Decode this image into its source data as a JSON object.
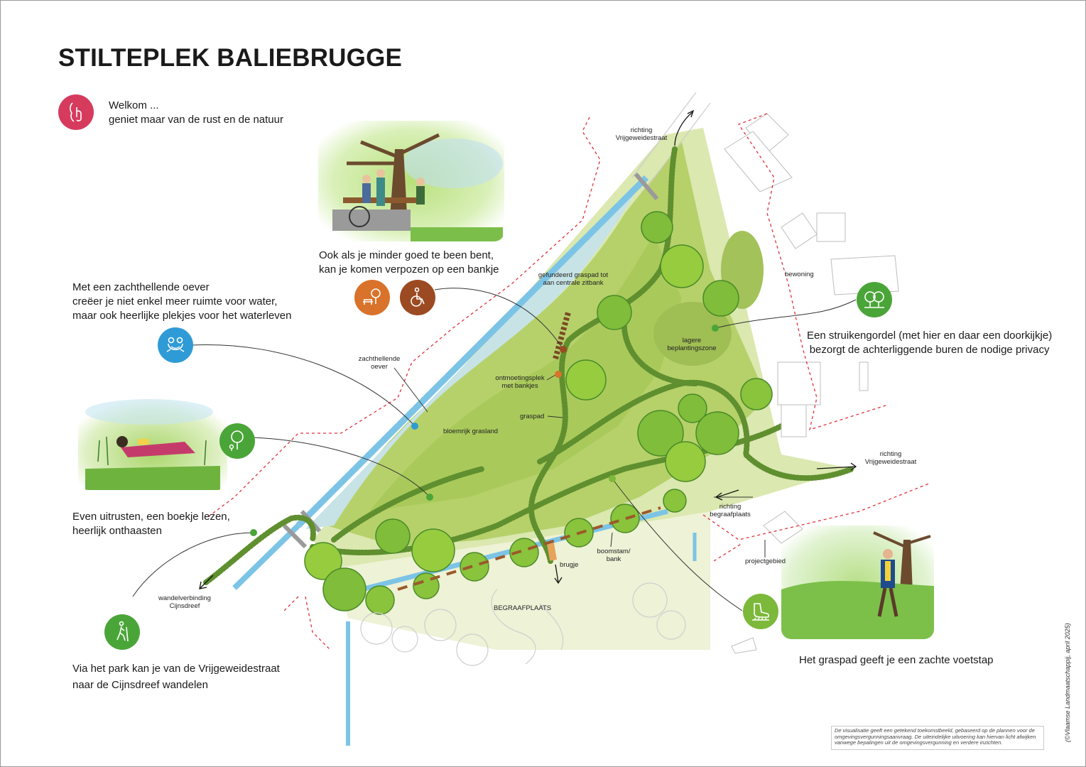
{
  "title": "STILTEPLEK BALIEBRUGGE",
  "welcome": {
    "line1": "Welkom ...",
    "line2": "geniet maar van de rust en de natuur",
    "icon": "silence-gesture-icon",
    "color": "#d63b5e"
  },
  "callouts": {
    "bench": {
      "line1": "Ook als je minder goed te been bent,",
      "line2": "kan je komen verpozen op een bankje"
    },
    "shore": {
      "line1": "Met een zachthellende oever",
      "line2": "creëer je niet enkel meer ruimte voor water,",
      "line3": "maar ook heerlijke plekjes voor het waterleven"
    },
    "rest": {
      "line1": "Even uitrusten, een boekje lezen,",
      "line2": "heerlijk onthaasten"
    },
    "walk": {
      "line1": "Via het park kan je van de Vrijgeweidestraat",
      "line2": "naar de Cijnsdreef wandelen"
    },
    "shrub": {
      "line1": "Een struikengordel (met hier en daar een doorkijkje)",
      "line2": "bezorgt de achterliggende buren de nodige privacy"
    },
    "grasspath": {
      "line1": "Het graspad geeft je een zachte voetstap"
    }
  },
  "icons": {
    "bench": {
      "name": "bench-tree-icon",
      "color": "#d9722a"
    },
    "wheelchair": {
      "name": "wheelchair-icon",
      "color": "#9c4a22"
    },
    "frog": {
      "name": "frog-icon",
      "color": "#2f9bd6"
    },
    "flower_tree": {
      "name": "tree-flower-icon",
      "color": "#4aa538"
    },
    "trees": {
      "name": "trees-icon",
      "color": "#4aa538"
    },
    "walker": {
      "name": "hiker-icon",
      "color": "#4aa538"
    },
    "foot": {
      "name": "foot-grass-icon",
      "color": "#7cb83a"
    }
  },
  "map_labels": {
    "richting_top_1": "richting",
    "richting_top_2": "Vrijgeweidestraat",
    "richting_right_1": "richting",
    "richting_right_2": "Vrijgeweidestraat",
    "richting_begr_1": "richting",
    "richting_begr_2": "begraafplaats",
    "bewoning": "bewoning",
    "gefundeerd_1": "gefundeerd graspad tot",
    "gefundeerd_2": "aan centrale zitbank",
    "lagere_1": "lagere",
    "lagere_2": "beplantingszone",
    "oever_1": "zachthellende",
    "oever_2": "oever",
    "ontmoeting_1": "ontmoetingsplek",
    "ontmoeting_2": "met bankjes",
    "graspad": "graspad",
    "grasland": "bloemrijk grasland",
    "boomstam_1": "boomstam/",
    "boomstam_2": "bank",
    "brugje": "brugje",
    "projectgebied": "projectgebied",
    "begraafplaats": "BEGRAAFPLAATS",
    "wandel_1": "wandelverbinding",
    "wandel_2": "Cijnsdreef"
  },
  "footer": {
    "disclaimer": "De visualisatie geeft een getekend toekomstbeeld, gebaseerd op de plannen voor de omgevingsvergunningsaanvraag. De uiteindelijke uitvoering kan hiervan licht afwijken vanwege bepalingen uit de omgevingsvergunning en verdere inzichten.",
    "credit": "(©Vlaamse Landmaatschappij, april 2025)"
  },
  "colors": {
    "water": "#7cc4e6",
    "grass": "#c9dc8c",
    "path": "#5f8f2f",
    "tree": "#8cc63f",
    "boundary": "#e0303a"
  }
}
